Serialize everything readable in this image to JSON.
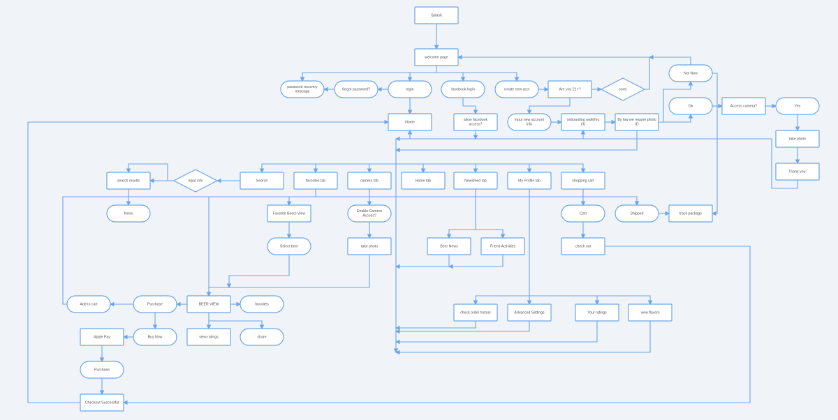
{
  "diagram": {
    "type": "flowchart",
    "colors": {
      "line": "#6aa6e6",
      "node_fill": "#ffffff",
      "background": "#f0f3f7",
      "text": "#555555"
    },
    "nodes": {
      "splash": {
        "label": [
          "Splash"
        ],
        "shape": "rect"
      },
      "welcome": {
        "label": [
          "welcome page"
        ],
        "shape": "rect"
      },
      "pwrec": {
        "label": [
          "password recovery",
          "message"
        ],
        "shape": "pill"
      },
      "forgot": {
        "label": [
          "forgot password?"
        ],
        "shape": "pill"
      },
      "login": {
        "label": [
          "login"
        ],
        "shape": "pill"
      },
      "fblogin": {
        "label": [
          "facebook login"
        ],
        "shape": "pill"
      },
      "create": {
        "label": [
          "create new acct"
        ],
        "shape": "pill"
      },
      "age21": {
        "label": [
          "Are you 21+?"
        ],
        "shape": "rect"
      },
      "sorry": {
        "label": [
          "sorry"
        ],
        "shape": "diamond"
      },
      "notnow": {
        "label": [
          "Not Now"
        ],
        "shape": "pill"
      },
      "ok": {
        "label": [
          "Ok"
        ],
        "shape": "pill"
      },
      "accesscam": {
        "label": [
          "Access camera?"
        ],
        "shape": "rect"
      },
      "yes": {
        "label": [
          "Yes"
        ],
        "shape": "pill"
      },
      "takephoto2": {
        "label": [
          "take photo"
        ],
        "shape": "rect"
      },
      "thankyou": {
        "label": [
          "Thank you!"
        ],
        "shape": "rect"
      },
      "home": {
        "label": [
          "Home"
        ],
        "shape": "rect"
      },
      "allowfb": {
        "label": [
          "allow facebook",
          "access?"
        ],
        "shape": "rect"
      },
      "inputacct": {
        "label": [
          "input new account",
          "info"
        ],
        "shape": "pill"
      },
      "onboard": {
        "label": [
          "onboarding walkthru",
          "(3)"
        ],
        "shape": "rect"
      },
      "bylaw": {
        "label": [
          "By law we require photo",
          "ID"
        ],
        "shape": "rect"
      },
      "searchres": {
        "label": [
          "search results"
        ],
        "shape": "rect"
      },
      "inputinfo": {
        "label": [
          "input info"
        ],
        "shape": "diamond"
      },
      "search": {
        "label": [
          "Search"
        ],
        "shape": "rect"
      },
      "favtab": {
        "label": [
          "favorites tab"
        ],
        "shape": "rect"
      },
      "camtab": {
        "label": [
          "camera tab"
        ],
        "shape": "rect"
      },
      "hometab": {
        "label": [
          "Home tab"
        ],
        "shape": "rect"
      },
      "newsfeed": {
        "label": [
          "Newsfeed tab"
        ],
        "shape": "rect"
      },
      "profile": {
        "label": [
          "My Profile tab"
        ],
        "shape": "rect"
      },
      "shopcart": {
        "label": [
          "shopping cart"
        ],
        "shape": "rect"
      },
      "none": {
        "label": [
          "None"
        ],
        "shape": "pill"
      },
      "favbeer": {
        "label": [
          "Favorite Beers View"
        ],
        "shape": "rect"
      },
      "enablecam": {
        "label": [
          "Enable Camera",
          "Access?"
        ],
        "shape": "pill"
      },
      "cart": {
        "label": [
          "Cart"
        ],
        "shape": "pill"
      },
      "shipped": {
        "label": [
          "Shipped"
        ],
        "shape": "pill"
      },
      "track": {
        "label": [
          "track package"
        ],
        "shape": "rect"
      },
      "selectbeer": {
        "label": [
          "Select beer"
        ],
        "shape": "pill"
      },
      "takephoto": {
        "label": [
          "take photo"
        ],
        "shape": "rect"
      },
      "beernews": {
        "label": [
          "Beer News"
        ],
        "shape": "rect"
      },
      "friend": {
        "label": [
          "Friend Activities"
        ],
        "shape": "rect"
      },
      "checkout": {
        "label": [
          "check out"
        ],
        "shape": "rect"
      },
      "addcart": {
        "label": [
          "Add to cart"
        ],
        "shape": "pill"
      },
      "purchase": {
        "label": [
          "Purchase"
        ],
        "shape": "pill"
      },
      "beerview": {
        "label": [
          "BEER VIEW"
        ],
        "shape": "rect"
      },
      "favorites": {
        "label": [
          "favorites"
        ],
        "shape": "pill"
      },
      "orderhist": {
        "label": [
          "check order history"
        ],
        "shape": "rect"
      },
      "advset": {
        "label": [
          "Advanced Settings"
        ],
        "shape": "rect"
      },
      "ratings": {
        "label": [
          "Your ratings"
        ],
        "shape": "rect"
      },
      "viewfav": {
        "label": [
          "view flavors"
        ],
        "shape": "rect"
      },
      "applepay": {
        "label": [
          "Apple Pay"
        ],
        "shape": "rect"
      },
      "buynow": {
        "label": [
          "Buy Now"
        ],
        "shape": "pill"
      },
      "viewratings": {
        "label": [
          "view ratings"
        ],
        "shape": "rect"
      },
      "share": {
        "label": [
          "share"
        ],
        "shape": "pill"
      },
      "purchase2": {
        "label": [
          "Purchase"
        ],
        "shape": "pill"
      },
      "checkoutok": {
        "label": [
          "Checkout Successful"
        ],
        "shape": "rect"
      }
    }
  }
}
